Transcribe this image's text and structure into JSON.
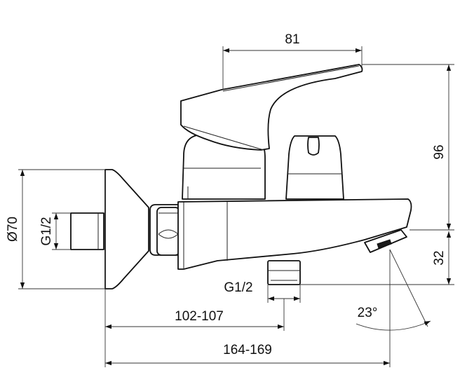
{
  "dimensions": {
    "top_width": "81",
    "height_total": "96",
    "height_outlet": "32",
    "diameter_rosette": "Ø70",
    "inlet_thread": "G1/2",
    "outlet_thread": "G1/2",
    "angle": "23°",
    "inner_length": "102-107",
    "total_length": "164-169"
  },
  "colors": {
    "line": "#111111",
    "background": "#ffffff"
  }
}
